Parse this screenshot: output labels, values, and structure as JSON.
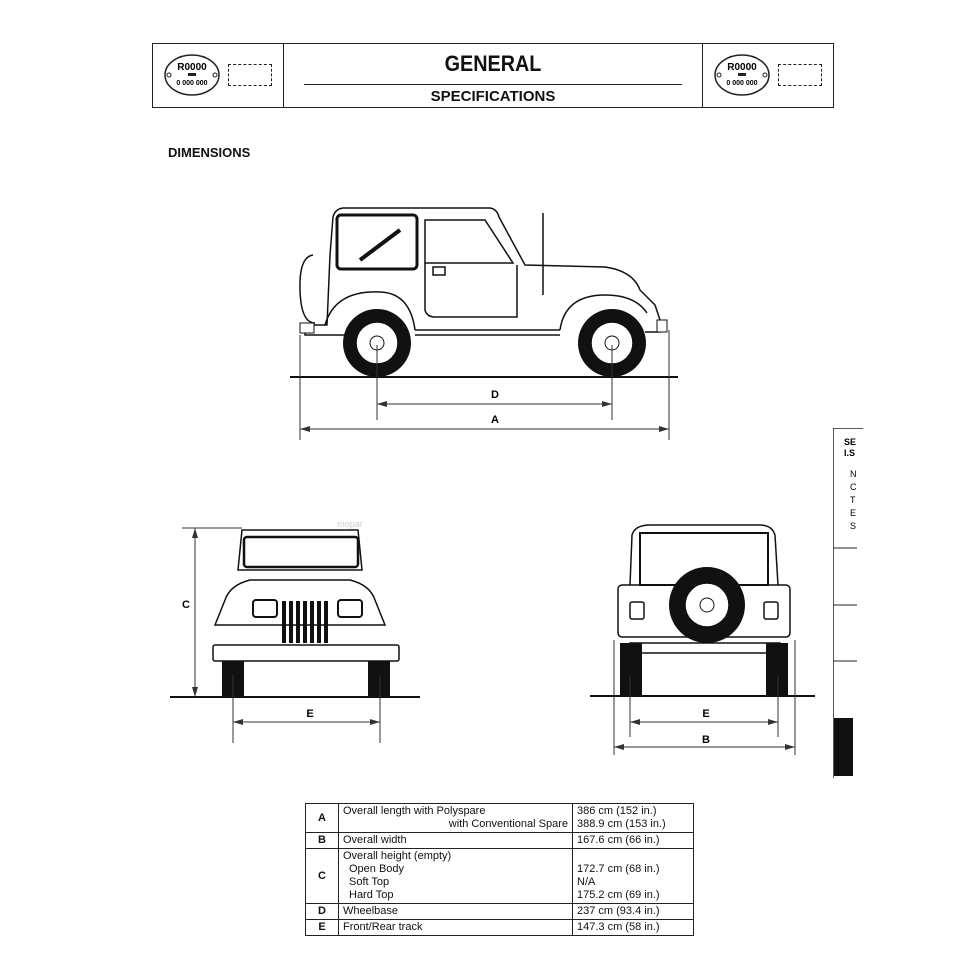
{
  "header": {
    "title": "GENERAL",
    "subtitle": "SPECIFICATIONS",
    "logo_left": {
      "top_text": "R0000",
      "bottom_text": "0 000 000"
    },
    "logo_right": {
      "top_text": "R0000",
      "bottom_text": "0 000 000"
    }
  },
  "section": {
    "title": "DIMENSIONS"
  },
  "diagrams": {
    "side_view": {
      "labels": {
        "wheelbase": "D",
        "length": "A"
      }
    },
    "front_view": {
      "labels": {
        "height": "C",
        "track": "E"
      },
      "watermark": "mopar"
    },
    "rear_view": {
      "labels": {
        "track": "E",
        "width": "B"
      }
    }
  },
  "spec_table": {
    "rows": [
      {
        "key": "A",
        "lines": [
          "Overall length with Polyspare",
          "with Conventional Spare"
        ],
        "values": [
          "386 cm (152 in.)",
          "388.9 cm (153 in.)"
        ]
      },
      {
        "key": "B",
        "lines": [
          "Overall width"
        ],
        "values": [
          "167.6 cm (66 in.)"
        ]
      },
      {
        "key": "C",
        "lines": [
          "Overall height (empty)",
          "Open Body",
          "Soft Top",
          "Hard Top"
        ],
        "values": [
          "",
          "172.7 cm (68 in.)",
          "N/A",
          "175.2 cm (69 in.)"
        ]
      },
      {
        "key": "D",
        "lines": [
          "Wheelbase"
        ],
        "values": [
          "237 cm (93.4 in.)"
        ]
      },
      {
        "key": "E",
        "lines": [
          "Front/Rear track"
        ],
        "values": [
          "147.3 cm (58 in.)"
        ]
      }
    ]
  },
  "side_panel": {
    "lines": [
      "SE",
      "I.S",
      "N",
      "C",
      "T",
      "E",
      "S"
    ]
  }
}
